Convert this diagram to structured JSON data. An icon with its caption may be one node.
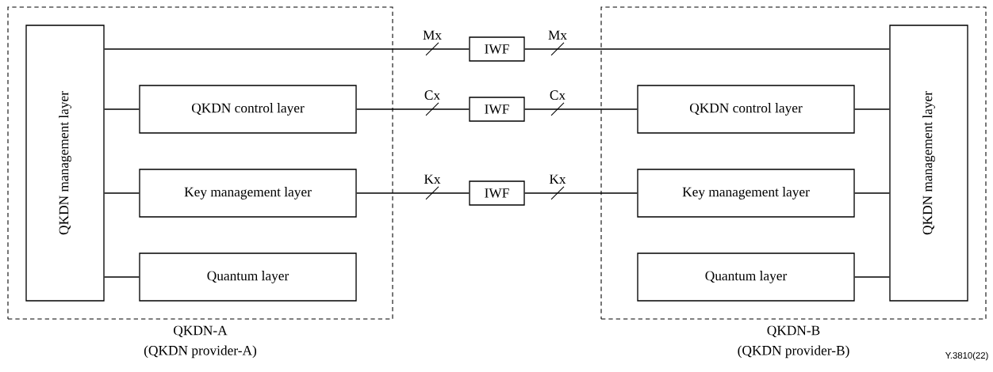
{
  "diagram": {
    "nodes": [
      {
        "text": [
          "QKDN-A",
          "(QKDN provider-A)"
        ]
      },
      {
        "text": [
          "QKDN management layer"
        ],
        "in": 0
      },
      {
        "text": [
          "QKDN control layer"
        ],
        "in": 0
      },
      {
        "text": [
          "Key management layer"
        ],
        "in": 0
      },
      {
        "text": [
          "Quantum layer"
        ],
        "in": 0
      },
      {
        "text": [
          "IWF"
        ]
      },
      {
        "text": [
          "IWF"
        ]
      },
      {
        "text": [
          "IWF"
        ]
      },
      {
        "text": [
          "QKDN-B",
          "(QKDN provider-B)"
        ]
      },
      {
        "text": [
          "QKDN control layer"
        ],
        "in": 8
      },
      {
        "text": [
          "Key management layer"
        ],
        "in": 8
      },
      {
        "text": [
          "Quantum layer"
        ],
        "in": 8
      },
      {
        "text": [
          "QKDN management layer"
        ],
        "in": 8
      }
    ],
    "edges": [
      {
        "from": 1,
        "to": 2,
        "arrow": "none"
      },
      {
        "from": 1,
        "to": 3,
        "arrow": "none"
      },
      {
        "from": 1,
        "to": 4,
        "arrow": "none"
      },
      {
        "from": 1,
        "to": 5,
        "arrow": "none",
        "label": "Mx"
      },
      {
        "from": 5,
        "to": 12,
        "arrow": "none",
        "label": "Mx"
      },
      {
        "from": 2,
        "to": 6,
        "arrow": "none",
        "label": "Cx"
      },
      {
        "from": 6,
        "to": 9,
        "arrow": "none",
        "label": "Cx"
      },
      {
        "from": 3,
        "to": 7,
        "arrow": "none",
        "label": "Kx"
      },
      {
        "from": 7,
        "to": 10,
        "arrow": "none",
        "label": "Kx"
      },
      {
        "from": 9,
        "to": 12,
        "arrow": "none"
      },
      {
        "from": 10,
        "to": 12,
        "arrow": "none"
      },
      {
        "from": 11,
        "to": 12,
        "arrow": "none"
      }
    ],
    "labels": [
      "Y.3810(22)"
    ]
  }
}
